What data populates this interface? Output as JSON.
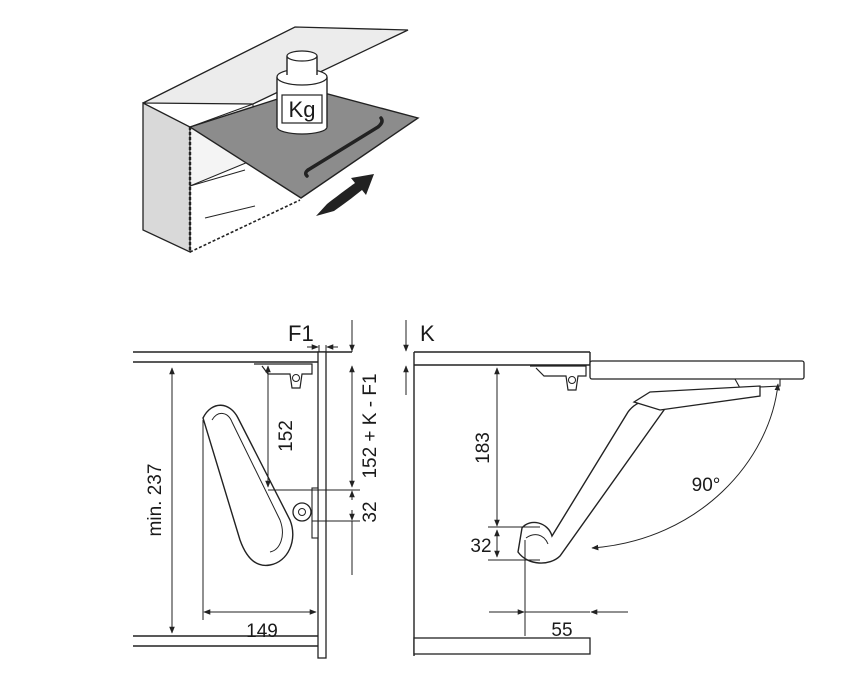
{
  "illustration": {
    "weight_label": "Kg"
  },
  "left_view": {
    "header_label": "F1",
    "dim_min_height": "min. 237",
    "dim_152": "152",
    "dim_formula": "152 + K - F1",
    "dim_32": "32",
    "dim_149": "149"
  },
  "right_view": {
    "header_label": "K",
    "dim_183": "183",
    "dim_32": "32",
    "dim_55": "55",
    "angle_label": "90°"
  },
  "colors": {
    "line": "#222222",
    "door_fill": "#8c8c8c",
    "cabinet_side": "#d9d9d9",
    "cabinet_top": "#ececec"
  }
}
